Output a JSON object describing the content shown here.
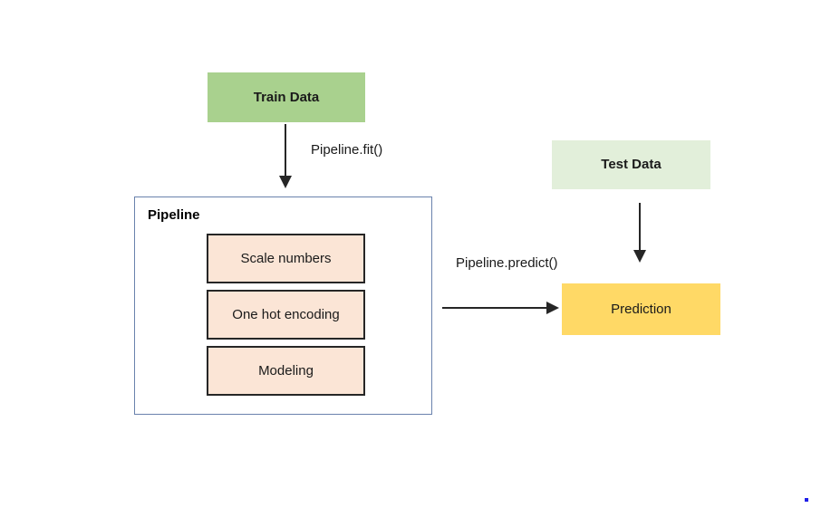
{
  "diagram": {
    "title_text": "",
    "nodes": {
      "train_data": {
        "label": "Train Data",
        "color": "#a9d18e"
      },
      "test_data": {
        "label": "Test Data",
        "color": "#e2efda"
      },
      "prediction": {
        "label": "Prediction",
        "color": "#ffd966"
      },
      "pipeline": {
        "label": "Pipeline",
        "border_color": "#6a82ad",
        "fill": "#ffffff"
      }
    },
    "pipeline_steps": [
      {
        "label": "Scale numbers",
        "color": "#fbe5d6"
      },
      {
        "label": "One hot encoding",
        "color": "#fbe5d6"
      },
      {
        "label": "Modeling",
        "color": "#fbe5d6"
      }
    ],
    "edges": [
      {
        "id": "train-to-pipeline",
        "label": "Pipeline.fit()",
        "from": "train_data",
        "to": "pipeline",
        "direction": "down"
      },
      {
        "id": "pipeline-to-prediction",
        "label": "Pipeline.predict()",
        "from": "pipeline",
        "to": "prediction",
        "direction": "right"
      },
      {
        "id": "test-to-prediction",
        "label": "",
        "from": "test_data",
        "to": "prediction",
        "direction": "down"
      }
    ],
    "colors": {
      "arrow": "#262626",
      "text": "#1a1a1a",
      "step_border": "#262626",
      "marker_dot": "#1f1fe8"
    }
  }
}
